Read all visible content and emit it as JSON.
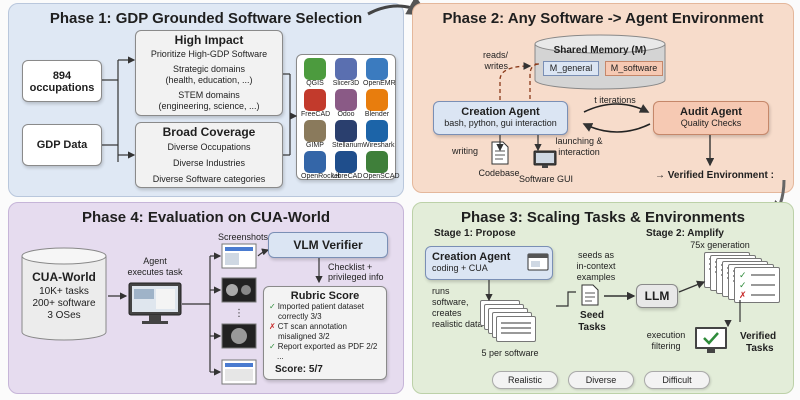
{
  "phase1": {
    "title": "Phase 1: GDP Grounded Software Selection",
    "occupations_count": "894",
    "occupations_label": "occupations",
    "gdp_data": "GDP Data",
    "high_impact": {
      "title": "High Impact",
      "items": [
        "Prioritize High-GDP Software",
        "Strategic domains",
        "(health, education, ...)",
        "STEM domains",
        "(engineering, science, ...)"
      ]
    },
    "broad_coverage": {
      "title": "Broad Coverage",
      "items": [
        "Diverse Occupations",
        "Diverse Industries",
        "Diverse Software categories"
      ]
    },
    "apps": [
      {
        "label": "QGIS",
        "icon": "qgis-icon",
        "color": "#4c9b3e"
      },
      {
        "label": "Slicer3D",
        "icon": "slicer3d-icon",
        "color": "#5a6fb0"
      },
      {
        "label": "OpenEMR",
        "icon": "openemr-icon",
        "color": "#3b7bbf"
      },
      {
        "label": "FreeCAD",
        "icon": "freecad-icon",
        "color": "#c23a2c"
      },
      {
        "label": "Odoo",
        "icon": "odoo-icon",
        "color": "#8a5a86"
      },
      {
        "label": "Blender",
        "icon": "blender-icon",
        "color": "#e87d0d"
      },
      {
        "label": "GIMP",
        "icon": "gimp-icon",
        "color": "#8a7a5c"
      },
      {
        "label": "Stellarium",
        "icon": "stellarium-icon",
        "color": "#2a3f6e"
      },
      {
        "label": "Wireshark",
        "icon": "wireshark-icon",
        "color": "#1c64a8"
      },
      {
        "label": "OpenRocket",
        "icon": "openrocket-icon",
        "color": "#3466a8"
      },
      {
        "label": "LibreCAD",
        "icon": "librecad-icon",
        "color": "#1f4e8c"
      },
      {
        "label": "OpenSCAD",
        "icon": "openscad-icon",
        "color": "#3f7f3a"
      }
    ]
  },
  "phase2": {
    "title": "Phase 2: Any Software -> Agent Environment",
    "shared_memory": "Shared Memory (M)",
    "m_general": "M_general",
    "m_software": "M_software",
    "reads_writes": [
      "reads/",
      "writes"
    ],
    "creation_agent": "Creation Agent",
    "creation_tools": "bash, python, gui interaction",
    "iterations": "t iterations",
    "audit_agent": "Audit Agent",
    "quality_checks": "Quality Checks",
    "writing": "writing",
    "codebase": "Codebase",
    "launching": [
      "launching &",
      "interaction"
    ],
    "software_gui": "Software GUI",
    "verified_env": "→  Verified Environment  :"
  },
  "phase3": {
    "title": "Phase 3: Scaling Tasks & Environments",
    "stage1": "Stage 1: Propose",
    "stage2": "Stage 2: Amplify",
    "creation_agent": "Creation Agent",
    "creation_sub": "coding + CUA",
    "runs": [
      "runs",
      "software,",
      "creates",
      "realistic data"
    ],
    "per_software": "5 per software",
    "seeds": [
      "seeds as",
      "in-context",
      "examples"
    ],
    "seed_tasks": [
      "Seed",
      "Tasks"
    ],
    "llm": "LLM",
    "generation": "75x generation",
    "exec_filter": [
      "execution",
      "filtering"
    ],
    "verified_tasks": [
      "Verified",
      "Tasks"
    ],
    "pills": [
      "Realistic",
      "Diverse",
      "Difficult"
    ]
  },
  "phase4": {
    "title": "Phase 4: Evaluation on CUA-World",
    "cua_world": "CUA-World",
    "cua_lines": [
      "10K+ tasks",
      "200+ software",
      "3 OSes"
    ],
    "agent_exec": [
      "Agent",
      "executes task"
    ],
    "screenshots": "Screenshots",
    "vlm_verifier": "VLM Verifier",
    "checklist": [
      "Checklist +",
      "privileged info"
    ],
    "rubric_title": "Rubric Score",
    "rubric_items": [
      {
        "mark": "✓",
        "text": "Imported patient dataset",
        "text2": "correctly 3/3",
        "color": "#2e8b3a"
      },
      {
        "mark": "✗",
        "text": "CT scan annotation",
        "text2": "misaligned 3/2",
        "color": "#c62828"
      },
      {
        "mark": "✓",
        "text": "Report exported as PDF 2/2",
        "text2": "",
        "color": "#2e8b3a"
      }
    ],
    "ellipsis": "...",
    "score": "Score: 5/7"
  }
}
